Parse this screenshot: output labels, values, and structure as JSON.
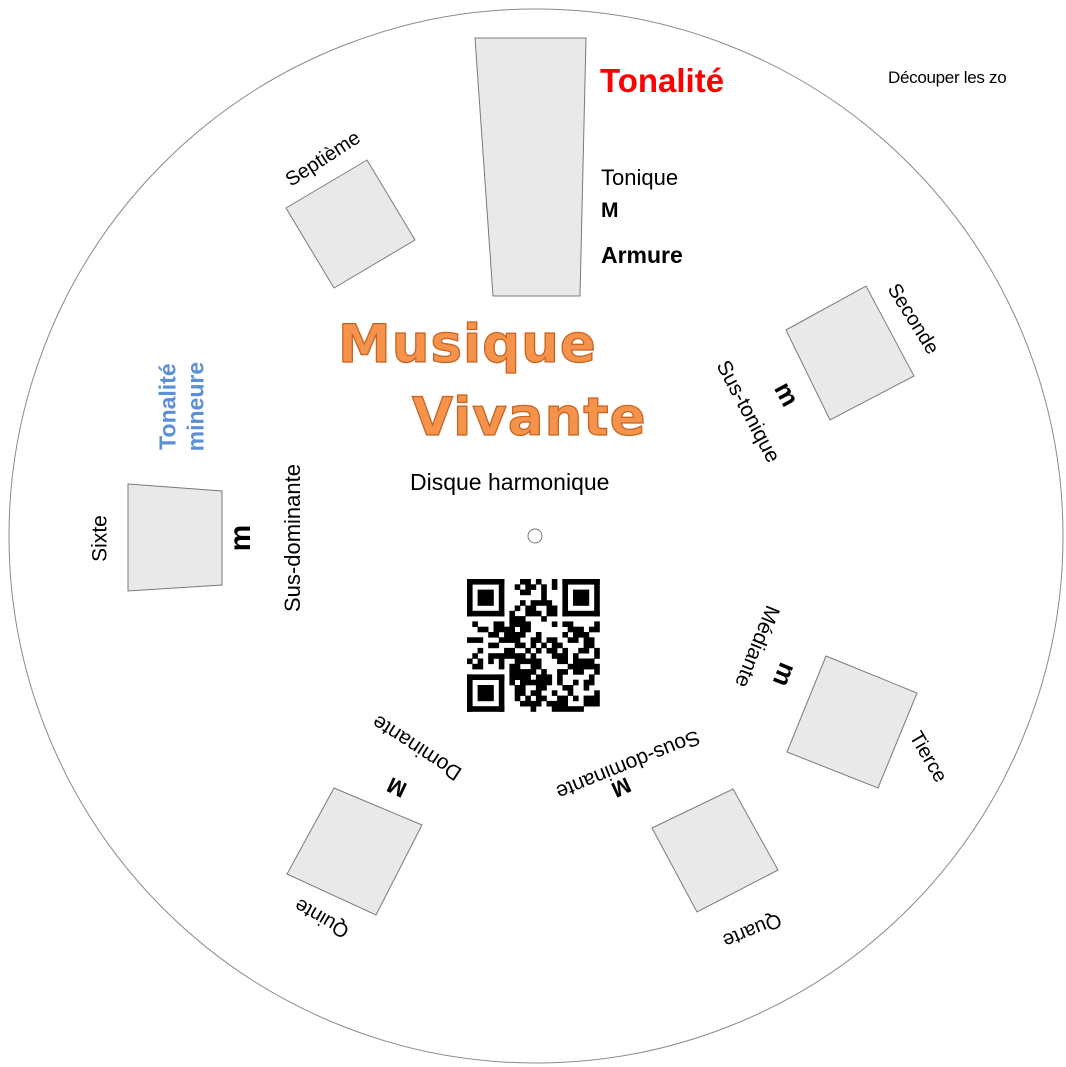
{
  "disc": {
    "title_line1": "Musique",
    "title_line2": "Vivante",
    "subtitle": "Disque harmonique",
    "note": "Découper les zo",
    "top": {
      "label": "Tonalité",
      "sub1": "Tonique",
      "sub2": "M",
      "sub3": "Armure"
    },
    "minor": {
      "line1": "Tonalité",
      "line2": "mineure"
    },
    "degrees": {
      "septieme": {
        "name": "Septième"
      },
      "seconde": {
        "name": "Seconde",
        "function": "Sus-tonique",
        "mode": "m"
      },
      "tierce": {
        "name": "Tierce",
        "function": "Médiante",
        "mode": "m"
      },
      "quarte": {
        "name": "Quarte",
        "function": "Sous-dominante",
        "mode": "M"
      },
      "quinte": {
        "name": "Quinte",
        "function": "Dominante",
        "mode": "M"
      },
      "sixte": {
        "name": "Sixte",
        "function": "Sus-dominante",
        "mode": "m"
      }
    },
    "colors": {
      "title": "#f5934d",
      "tonalite": "#ff0000",
      "minor": "#5b8fd6",
      "window": "#e9e9e9"
    }
  }
}
